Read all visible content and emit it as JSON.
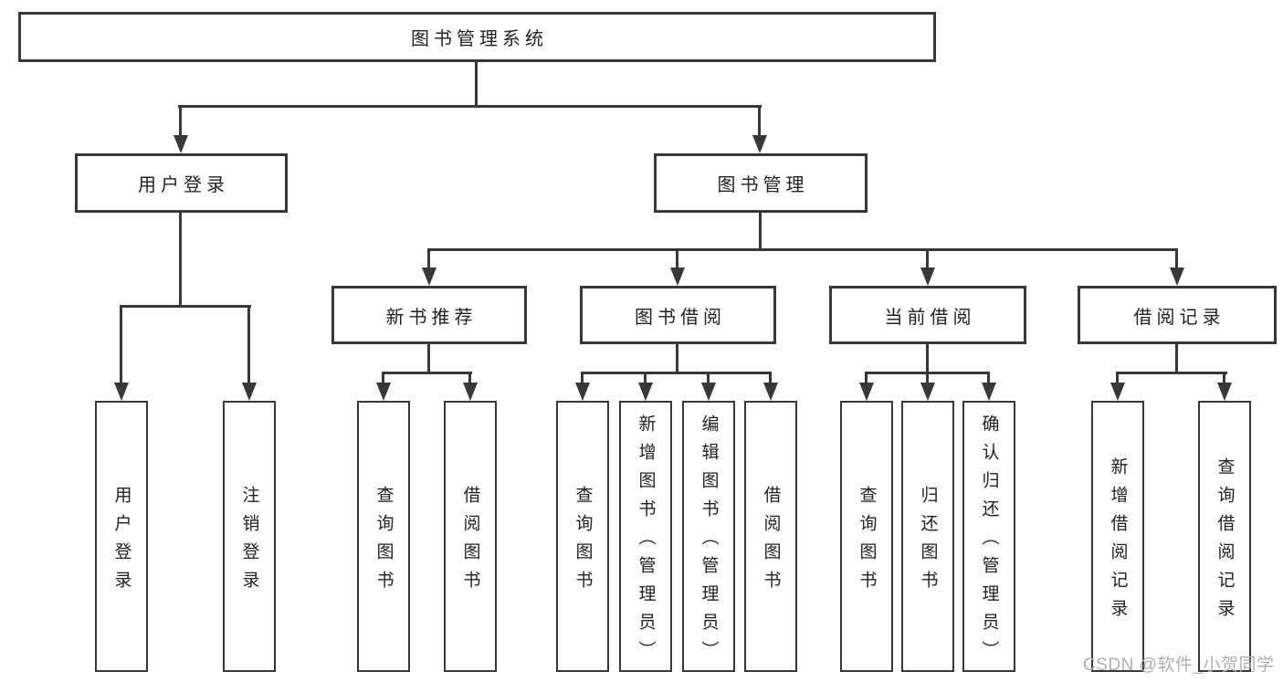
{
  "tree": {
    "root": "图书管理系统",
    "children": [
      {
        "label": "用户登录",
        "children": [
          "用户登录",
          "注销登录"
        ]
      },
      {
        "label": "图书管理",
        "children": [
          {
            "label": "新书推荐",
            "children": [
              "查询图书",
              "借阅图书"
            ]
          },
          {
            "label": "图书借阅",
            "children": [
              "查询图书",
              "新增图书（管理员）",
              "编辑图书（管理员）",
              "借阅图书"
            ]
          },
          {
            "label": "当前借阅",
            "children": [
              "查询图书",
              "归还图书",
              "确认归还（管理员）"
            ]
          },
          {
            "label": "借阅记录",
            "children": [
              "新增借阅记录",
              "查询借阅记录"
            ]
          }
        ]
      }
    ]
  },
  "watermark": {
    "text": "CSDN @软件_小贺同学"
  },
  "colors": {
    "line": "#383838",
    "box_border": "#383838",
    "text": "#222222",
    "watermark": "#b0b0b0",
    "background": "#ffffff"
  }
}
